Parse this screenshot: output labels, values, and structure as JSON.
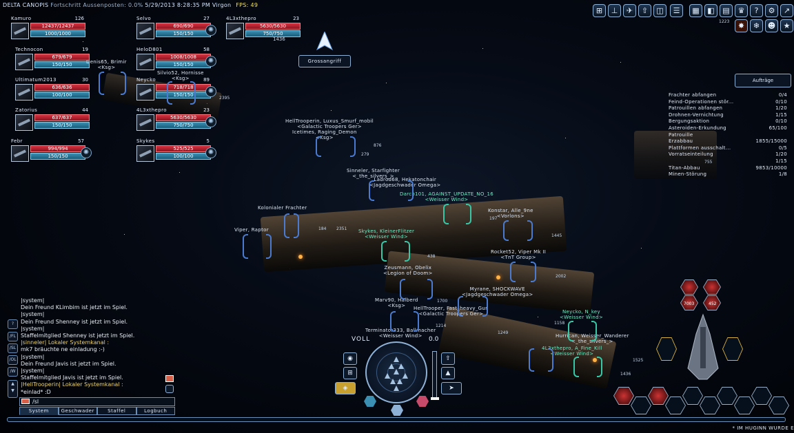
{
  "topbar": {
    "location": "DELTA CANOPIS",
    "progress_label": "Fortschritt Aussenposten: 0.0%",
    "datetime": "5/29/2013 8:28:35 PM Virgon",
    "fps_label": "FPS: 49"
  },
  "squad": [
    {
      "name": "Kamuro",
      "level": "126",
      "hp": "12437/12437",
      "shield": "1000/1000"
    },
    {
      "name": "Technocon",
      "level": "19",
      "hp": "679/679",
      "shield": "150/150"
    },
    {
      "name": "Ultimatum2013",
      "level": "30",
      "hp": "636/636",
      "shield": "100/100"
    },
    {
      "name": "Zatorius",
      "level": "44",
      "hp": "637/637",
      "shield": "150/150"
    },
    {
      "name": "Febr",
      "level": "57",
      "hp": "994/994",
      "shield": "150/150"
    },
    {
      "name": "Selvo",
      "level": "27",
      "hp": "690/690",
      "shield": "150/150"
    },
    {
      "name": "HeloD801",
      "level": "58",
      "hp": "1008/1008",
      "shield": "150/150"
    },
    {
      "name": "Neycko",
      "level": "89",
      "hp": "718/718",
      "shield": "150/150"
    },
    {
      "name": "4L3xthepro",
      "level": "23",
      "hp": "5630/5630",
      "shield": "750/750"
    },
    {
      "name": "Skykes",
      "level": "5",
      "hp": "525/525",
      "shield": "100/100"
    },
    {
      "name": "4L3xthepro",
      "level": "23",
      "hp": "5630/5630",
      "shield": "750/750"
    }
  ],
  "extra_number": "1436",
  "grossangriff_label": "Grossangriff",
  "space_labels": [
    {
      "text": "Denis65, Brimir",
      "sub": "<Ksg>"
    },
    {
      "text": "Silvio52, Hornisse",
      "sub": "<Ksg>"
    },
    {
      "text": "HellTrooperin, Luxus_Smurf_mobil",
      "sub": "<Galactic Troopers Ger>"
    },
    {
      "text": "Icetimes, Raging_Demon",
      "sub": "<Ksg>"
    },
    {
      "text": "Sinneler, Starfighter",
      "sub": "<_the_silvers_>"
    },
    {
      "text": "Ladrod68, Hekatonchair",
      "sub": "<Jagdgeschwader Omega>"
    },
    {
      "text": "Darco101, AGAINST_UPDATE_NO_16",
      "sub": "<Weisser Wind>"
    },
    {
      "text": "Konstar, Alle_9ne",
      "sub": "<Vorlons>"
    },
    {
      "text": "Skykes, KleinerFlitzer",
      "sub": "<Weisser Wind>"
    },
    {
      "text": "Rocket52, Viper Mk II",
      "sub": "<TnT Group>"
    },
    {
      "text": "Zeusmann, Obelix",
      "sub": "<Legion of Doom>"
    },
    {
      "text": "Myrane, SHOCKWAVE",
      "sub": "<Jagdgeschwader Omega>"
    },
    {
      "text": "Marv90, Halberd",
      "sub": "<Ksg>"
    },
    {
      "text": "HellTrooper, Fast_heavy_Gun",
      "sub": "<Galactic Troopers Ger>"
    },
    {
      "text": "Neycko, N_key",
      "sub": "<Weisser Wind>"
    },
    {
      "text": "Terminator333, Ballmacher",
      "sub": "<Weisser Wind>"
    },
    {
      "text": "Hurrican, Weisser_Wanderer",
      "sub": "<_the_silvers_>"
    },
    {
      "text": "4L3xthepro, A_Fine_Kill",
      "sub": "<Weisser Wind>"
    },
    {
      "text": "Viper, Raptor",
      "sub": ""
    },
    {
      "text": "Kolonialer Frachter",
      "sub": ""
    }
  ],
  "distances": [
    "876",
    "279",
    "1445",
    "197",
    "438",
    "2002",
    "1700",
    "1158",
    "1214",
    "1249",
    "1525",
    "1436",
    "2395",
    "184",
    "2351",
    "755",
    "1223"
  ],
  "missions_button": "Aufträge",
  "missions": [
    {
      "name": "Frachter abfangen",
      "value": "0/4"
    },
    {
      "name": "Feind-Operationen stör...",
      "value": "0/10"
    },
    {
      "name": "Patrouillen abfangen",
      "value": "1/20"
    },
    {
      "name": "Drohnen-Vernichtung",
      "value": "1/15"
    },
    {
      "name": "Bergungsaktion",
      "value": "0/10"
    },
    {
      "name": "Asteroiden-Erkundung",
      "value": "65/100"
    },
    {
      "name": "Patrouille",
      "value": ""
    },
    {
      "name": "Erzabbau",
      "value": "1855/15000"
    },
    {
      "name": "Plattformen ausschalt...",
      "value": "0/5"
    },
    {
      "name": "Vorratseinteilung",
      "value": "1/20"
    },
    {
      "name": "",
      "value": "1/15"
    },
    {
      "name": "Titan-Abbau",
      "value": "9853/10000"
    },
    {
      "name": "Minen-Störung",
      "value": "1/8"
    }
  ],
  "chat": [
    {
      "text": "|system|",
      "style": "normal"
    },
    {
      "text": "Dein Freund KLimbim ist jetzt im Spiel.",
      "style": "normal"
    },
    {
      "text": "|system|",
      "style": "normal"
    },
    {
      "text": "Dein Freund Shenney ist jetzt im Spiel.",
      "style": "normal"
    },
    {
      "text": "|system|",
      "style": "normal"
    },
    {
      "text": "Staffelmitglied Shenney ist jetzt im Spiel.",
      "style": "normal"
    },
    {
      "text": "|sinneler|  Lokaler Systemkanal :",
      "style": "hl"
    },
    {
      "text": "mk7 bräuchte ne einladung :-)",
      "style": "normal"
    },
    {
      "text": "|system|",
      "style": "normal"
    },
    {
      "text": "Dein Freund Javis ist jetzt im Spiel.",
      "style": "normal"
    },
    {
      "text": "|system|",
      "style": "normal"
    },
    {
      "text": "Staffelmitglied Javis ist jetzt im Spiel.",
      "style": "normal"
    },
    {
      "text": "|HellTrooperin|  Lokaler Systemkanal :",
      "style": "hl"
    },
    {
      "text": "*einlad* :D",
      "style": "normal"
    }
  ],
  "chat_channels": [
    "?",
    "/FL",
    "/SL",
    "/OL",
    "/W"
  ],
  "chat_input_value": "/sl",
  "chat_tabs": [
    "System",
    "Geschwader",
    "Staffel",
    "Logbuch"
  ],
  "speed_label": "VOLL",
  "speed_value": "0.0",
  "skill_values": [
    "7003",
    "452"
  ],
  "news_ticker": "* IM HUGINN WURDE E",
  "fps_value_color": "#f0e16a"
}
